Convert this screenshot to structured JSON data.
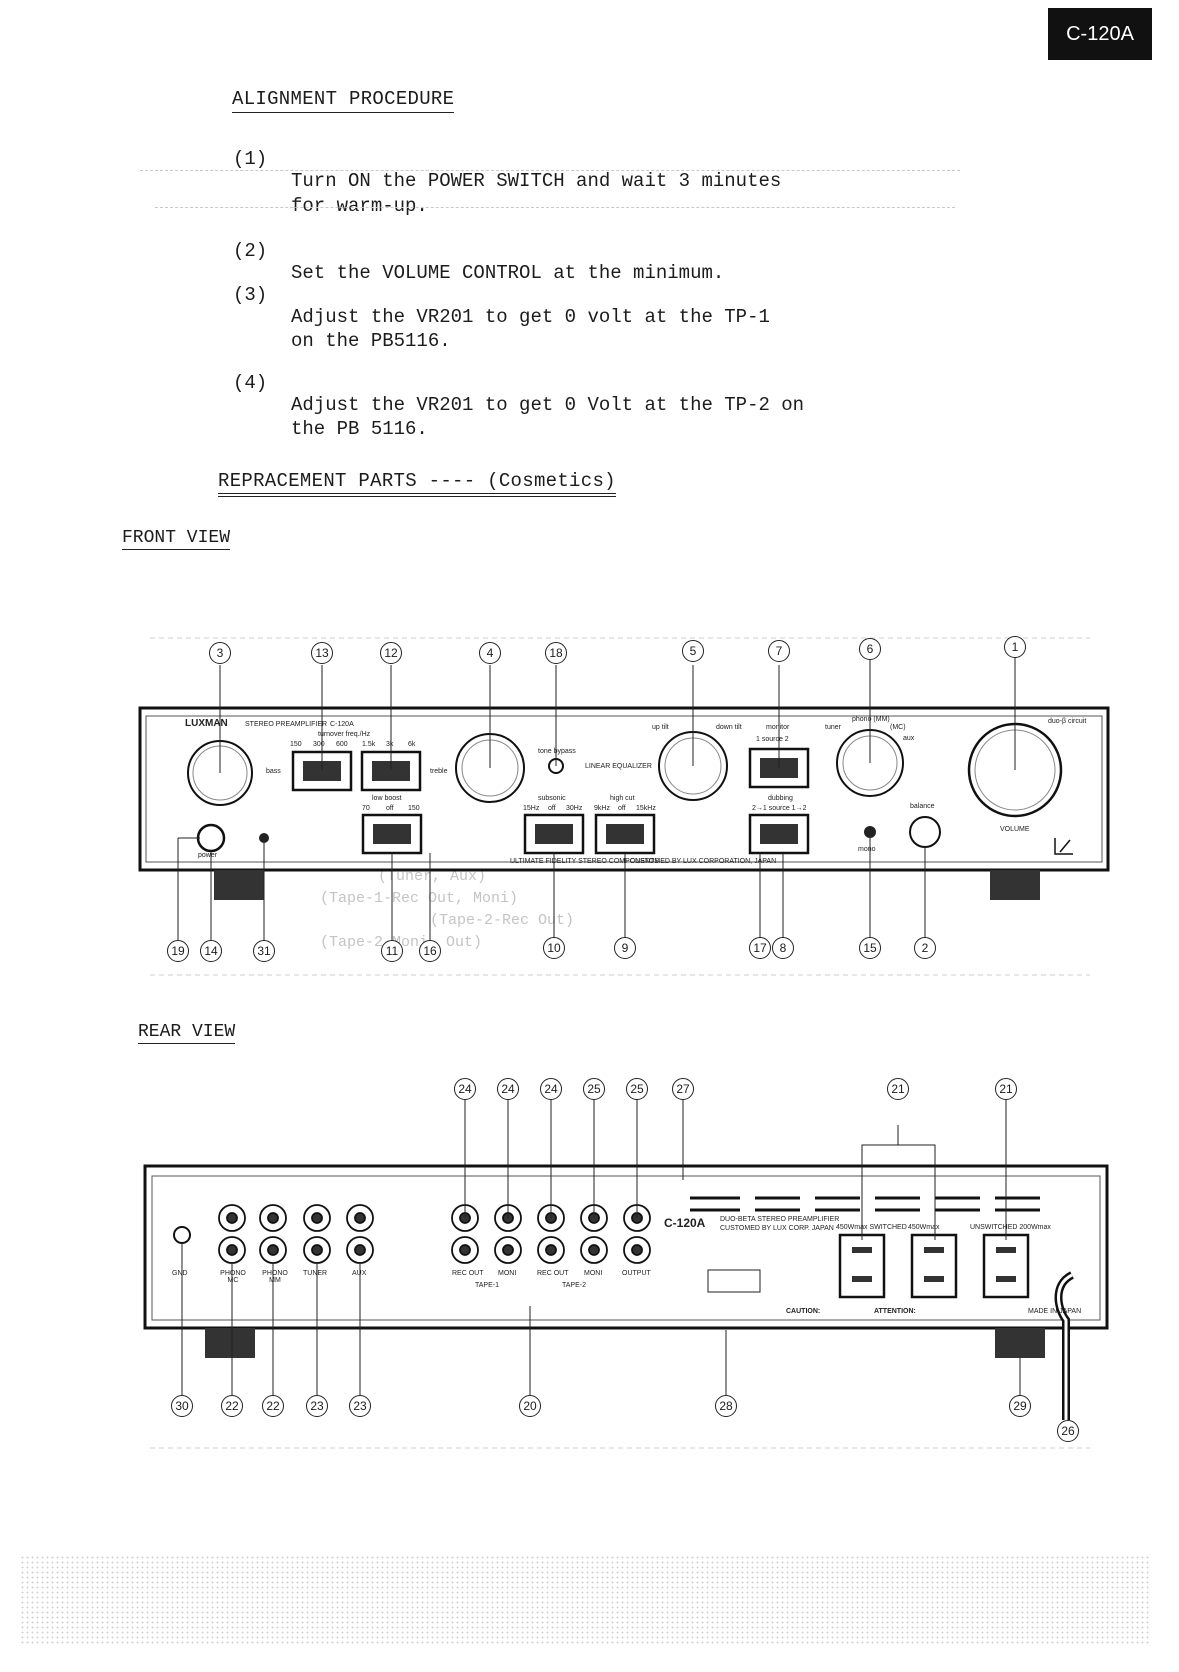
{
  "header": {
    "model": "C-120A"
  },
  "alignment": {
    "title": "ALIGNMENT  PROCEDURE",
    "steps": [
      {
        "num": "(1)",
        "line1": "Turn ON the POWER SWITCH and wait 3 minutes",
        "line2": "for warm-up."
      },
      {
        "num": "(2)",
        "line1": "Set the VOLUME CONTROL at the minimum."
      },
      {
        "num": "(3)",
        "line1": "Adjust the VR201 to get 0 volt at the TP-1",
        "line2": "on the PB5116."
      },
      {
        "num": "(4)",
        "line1": "Adjust the VR201 to get 0 Volt at the TP-2 on",
        "line2": "the PB 5116."
      }
    ]
  },
  "replacement": {
    "title": "REPRACEMENT PARTS ---- (Cosmetics)"
  },
  "front_view": {
    "label": "FRONT VIEW",
    "panel": {
      "brand": "LUXMAN",
      "product": "STEREO PREAMPLIFIER",
      "model": "C-120A",
      "turnover": "turnover freq./Hz",
      "freqs": [
        "150",
        "300",
        "600",
        "1.5k",
        "3k",
        "6k"
      ],
      "bass": "bass",
      "treble": "treble",
      "tone_bypass": "tone bypass",
      "linear_equalizer": "LINEAR EQUALIZER",
      "low_boost": "low boost",
      "low_boost_opts": [
        "70",
        "off",
        "150"
      ],
      "subsonic": "subsonic",
      "subsonic_opts": [
        "15Hz",
        "off",
        "30Hz"
      ],
      "high_cut": "high cut",
      "high_cut_opts": [
        "9kHz",
        "off",
        "15kHz"
      ],
      "up_tilt": "up tilt",
      "down_tilt": "down tilt",
      "monitor": "monitor",
      "source_2": "1   source   2",
      "dubbing": "dubbing",
      "dubbing_opts": "2→1  source  1→2",
      "phono_mm": "phono (MM)",
      "mc": "(MC)",
      "tuner": "tuner",
      "aux": "aux",
      "balance": "balance",
      "volume": "VOLUME",
      "duo_beta": "duo-β circuit",
      "power": "power",
      "mono": "mono",
      "ultimate": "ULTIMATE FIDELITY STEREO COMPONENTS",
      "customed": "CUSTOMED BY LUX CORPORATION, JAPAN"
    },
    "callouts": [
      {
        "n": "3"
      },
      {
        "n": "13"
      },
      {
        "n": "12"
      },
      {
        "n": "4"
      },
      {
        "n": "18"
      },
      {
        "n": "5"
      },
      {
        "n": "7"
      },
      {
        "n": "6"
      },
      {
        "n": "1"
      },
      {
        "n": "19"
      },
      {
        "n": "14"
      },
      {
        "n": "31"
      },
      {
        "n": "11"
      },
      {
        "n": "16"
      },
      {
        "n": "10"
      },
      {
        "n": "9"
      },
      {
        "n": "17"
      },
      {
        "n": "8"
      },
      {
        "n": "15"
      },
      {
        "n": "2"
      }
    ]
  },
  "rear_view": {
    "label": "REAR VIEW",
    "panel": {
      "gnd": "GND",
      "phono_mc": "PHONO MC",
      "phono_mm": "PHONO MM",
      "tuner": "TUNER",
      "aux": "AUX",
      "rec_out": "REC OUT",
      "moni": "MONI",
      "output": "OUTPUT",
      "tape1": "TAPE-1",
      "tape2": "TAPE-2",
      "model": "C-120A",
      "desc": "DUO-BETA STEREO PREAMPLIFIER",
      "customed": "CUSTOMED BY LUX CORP.  JAPAN",
      "switched1": "450Wmax  SWITCHED",
      "switched2": "450Wmax",
      "unswitched": "UNSWITCHED 200Wmax",
      "caution": "CAUTION:",
      "attention": "ATTENTION:",
      "made_in": "MADE IN JAPAN"
    },
    "callouts": [
      {
        "n": "24"
      },
      {
        "n": "24"
      },
      {
        "n": "24"
      },
      {
        "n": "25"
      },
      {
        "n": "25"
      },
      {
        "n": "27"
      },
      {
        "n": "21"
      },
      {
        "n": "21"
      },
      {
        "n": "30"
      },
      {
        "n": "22"
      },
      {
        "n": "22"
      },
      {
        "n": "23"
      },
      {
        "n": "23"
      },
      {
        "n": "20"
      },
      {
        "n": "28"
      },
      {
        "n": "29"
      },
      {
        "n": "26"
      }
    ]
  },
  "bleed_text": [
    "(Tuner, Aux)",
    "(Tape-1-Rec Out, Moni)",
    "(Tape-2-Rec Out)",
    "(Tape-2-Moni, Out)"
  ]
}
